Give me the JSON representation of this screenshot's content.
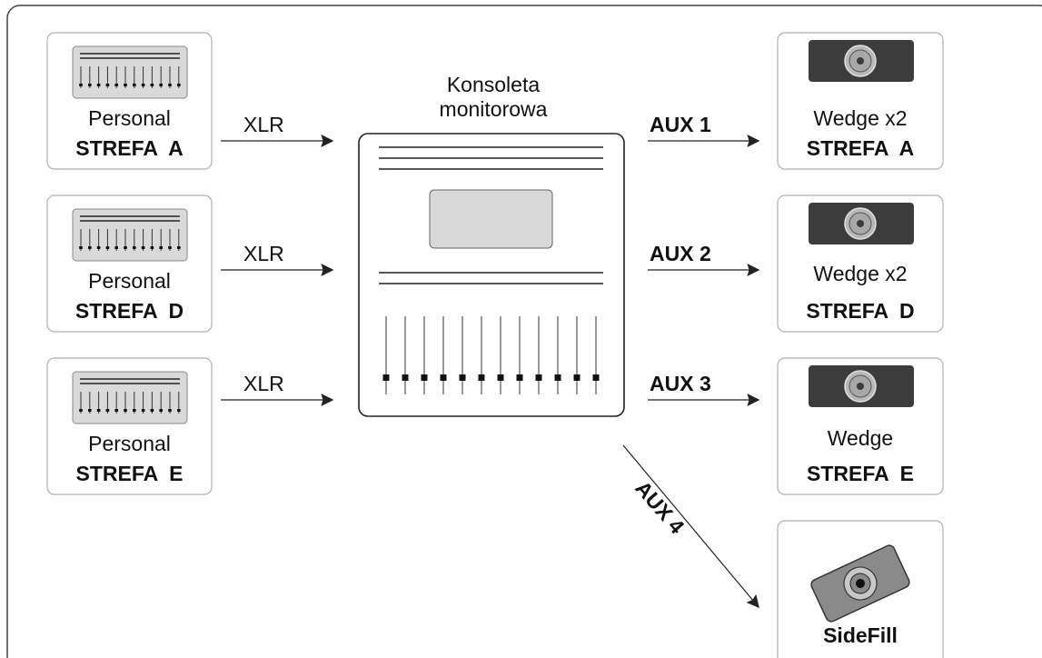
{
  "console": {
    "title_line1": "Konsoleta",
    "title_line2": "monitorowa"
  },
  "inputs": [
    {
      "name": "Personal",
      "zone": "STREFA  A",
      "link": "XLR"
    },
    {
      "name": "Personal",
      "zone": "STREFA  D",
      "link": "XLR"
    },
    {
      "name": "Personal",
      "zone": "STREFA  E",
      "link": "XLR"
    }
  ],
  "outputs": [
    {
      "aux": "AUX 1",
      "name": "Wedge x2",
      "zone": "STREFA  A"
    },
    {
      "aux": "AUX 2",
      "name": "Wedge x2",
      "zone": "STREFA  D"
    },
    {
      "aux": "AUX 3",
      "name": "Wedge",
      "zone": "STREFA  E"
    }
  ],
  "sidefill": {
    "aux": "AUX 4",
    "name": "SideFill"
  },
  "colors": {
    "frame": "#444444",
    "box_border": "#b0b0b0",
    "line": "#222222",
    "wedge_fill": "#3c3c3c",
    "screen_fill": "#d8d8d8",
    "mixer_fill": "#d9d9d9"
  }
}
